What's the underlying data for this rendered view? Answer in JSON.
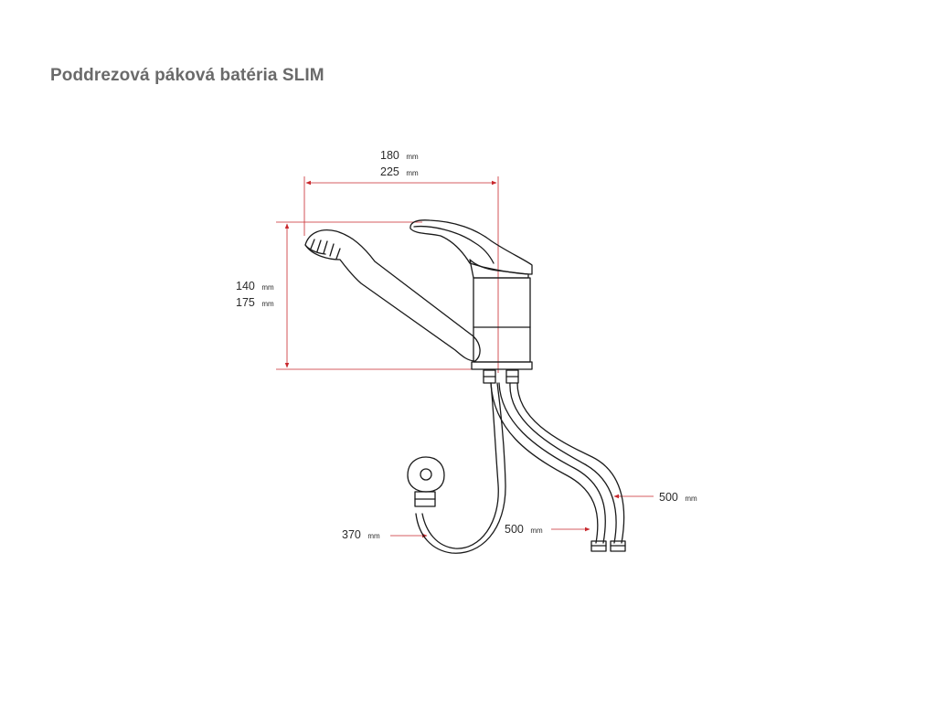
{
  "title": "Poddrezová páková batéria SLIM",
  "colors": {
    "dimension": "#c8282d",
    "outline": "#1a1a1a",
    "title": "#6a6a6a"
  },
  "dimensions": {
    "width_small": {
      "value": "180",
      "unit": "mm"
    },
    "width_large": {
      "value": "225",
      "unit": "mm"
    },
    "height_small": {
      "value": "140",
      "unit": "mm"
    },
    "height_large": {
      "value": "175",
      "unit": "mm"
    },
    "shower_hose": {
      "value": "370",
      "unit": "mm"
    },
    "hose_left": {
      "value": "500",
      "unit": "mm"
    },
    "hose_right": {
      "value": "500",
      "unit": "mm"
    }
  }
}
